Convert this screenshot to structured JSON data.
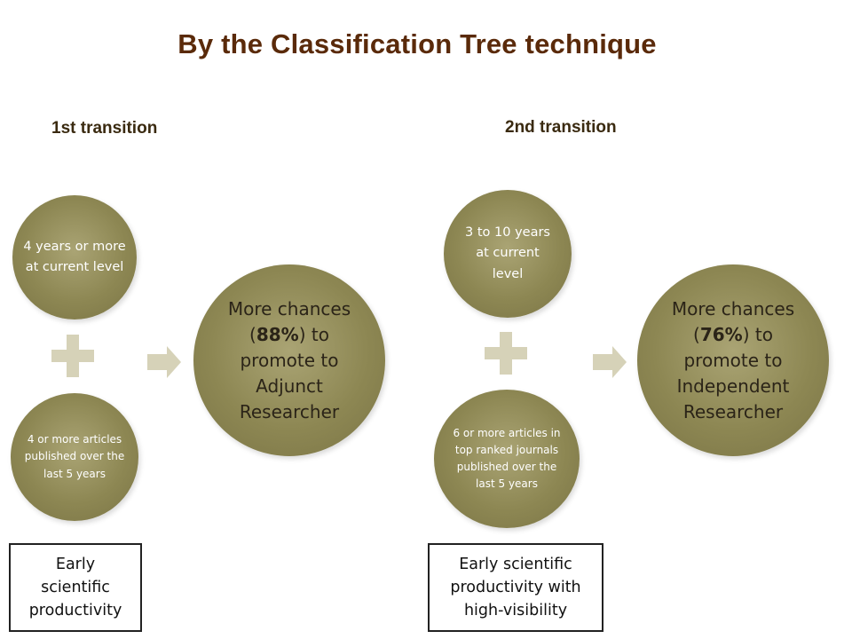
{
  "title": "By the Classification Tree technique",
  "transitions": [
    {
      "label": "1st transition",
      "condition_1": "4 years or more at current level",
      "condition_2": "4 or more articles published over the last 5 years",
      "outcome_prefix": "More chances (",
      "outcome_percent": "88%",
      "outcome_suffix": ") to promote to Adjunct Researcher",
      "box_label": "Early scientific productivity"
    },
    {
      "label": "2nd transition",
      "condition_1": "3 to 10 years at current level",
      "condition_2": "6 or more articles in top ranked journals published  over the last 5 years",
      "outcome_prefix": "More chances (",
      "outcome_percent": "76%",
      "outcome_suffix": ") to promote to Independent Researcher",
      "box_label": "Early scientific productivity with high-visibility"
    }
  ],
  "colors": {
    "circle": "#8d8753",
    "plus": "#d6d2b8",
    "arrow": "#d6d2b8",
    "title": "#5a2a0a"
  }
}
